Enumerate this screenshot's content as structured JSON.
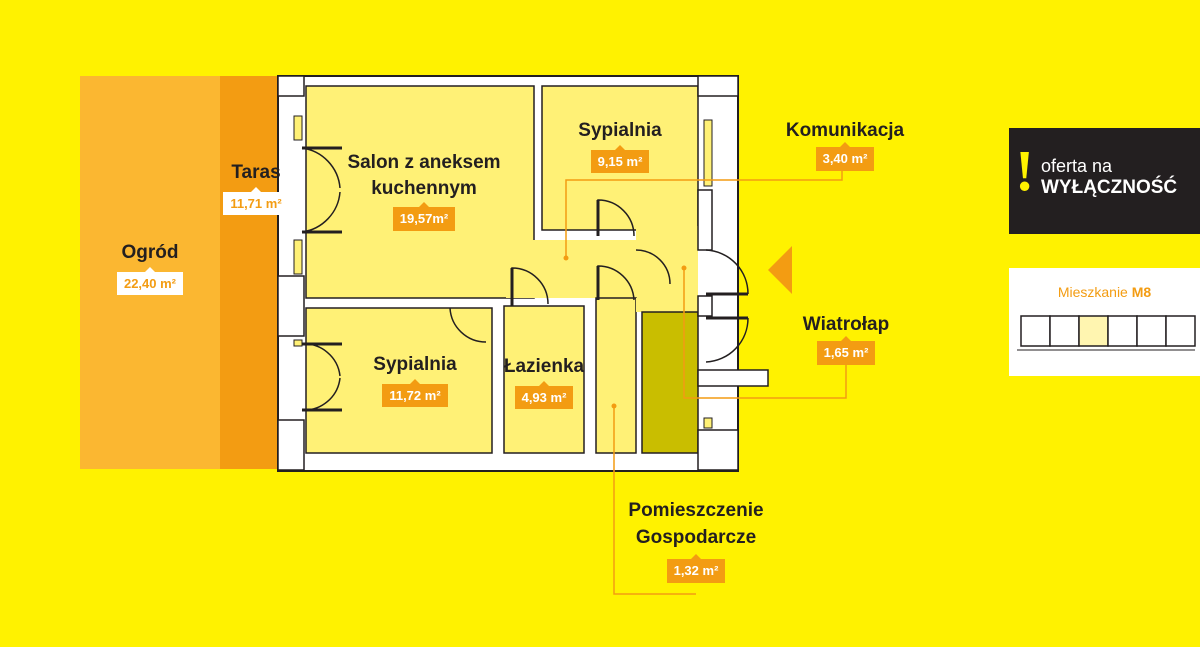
{
  "rooms": {
    "ogrod": {
      "name": "Ogród",
      "area": "22,40 m²"
    },
    "taras": {
      "name": "Taras",
      "area": "11,71 m²"
    },
    "salon": {
      "name_line1": "Salon z aneksem",
      "name_line2": "kuchennym",
      "area": "19,57m²"
    },
    "sypialnia1": {
      "name": "Sypialnia",
      "area": "9,15 m²"
    },
    "komunikacja": {
      "name": "Komunikacja",
      "area": "3,40 m²"
    },
    "sypialnia2": {
      "name": "Sypialnia",
      "area": "11,72 m²"
    },
    "lazienka": {
      "name": "Łazienka",
      "area": "4,93 m²"
    },
    "wiatrolap": {
      "name": "Wiatrołap",
      "area": "1,65 m²"
    },
    "gospodarcze": {
      "name_line1": "Pomieszczenie",
      "name_line2": "Gospodarcze",
      "area": "1,32 m²"
    }
  },
  "offer": {
    "line1": "oferta na",
    "line2": "WYŁĄCZNOŚĆ"
  },
  "unit": {
    "prefix": "Mieszkanie",
    "code": "M8",
    "highlight_index": 2,
    "segments": 6
  },
  "colors": {
    "background": "#FFF200",
    "garden": "#FBB731",
    "terrace": "#F39C12",
    "room_fill": "#FFF176",
    "utility_fill": "#C9BE00",
    "wall": "#FFFFFF",
    "dark": "#231F20",
    "accent": "#F39C12"
  }
}
